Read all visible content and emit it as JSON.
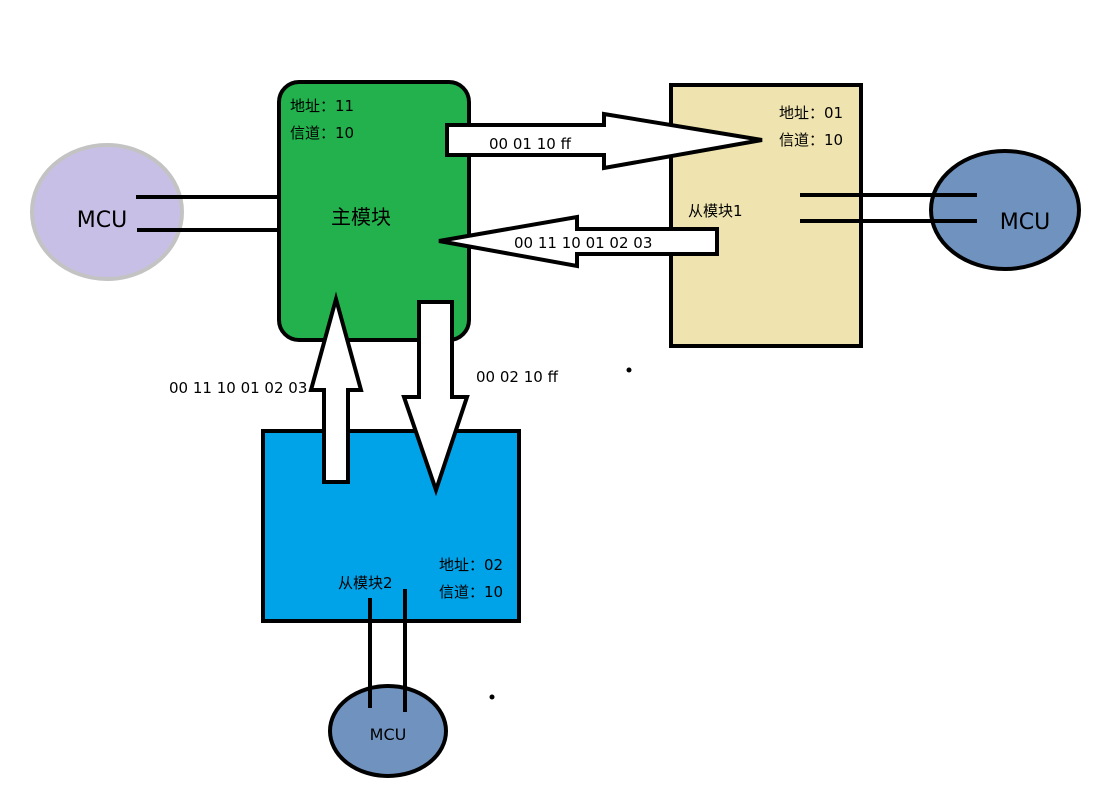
{
  "master": {
    "address_line": "地址：11",
    "channel_line": "信道：10",
    "label": "主模块"
  },
  "slave1": {
    "address_line": "地址：01",
    "channel_line": "信道：10",
    "label": "从模块1"
  },
  "slave2": {
    "address_line": "地址：02",
    "channel_line": "信道：10",
    "label": "从模块2"
  },
  "mcu_left": {
    "label": "MCU"
  },
  "mcu_right": {
    "label": "MCU"
  },
  "mcu_bottom": {
    "label": "MCU"
  },
  "packets": {
    "master_to_slave1": "00 01 10 ff",
    "slave1_to_master": "00 11 10 01 02 03",
    "slave2_to_master": "00 11 10 01 02 03",
    "master_to_slave2": "00 02 10 ff"
  },
  "colors": {
    "master_fill": "#22b14c",
    "slave1_fill": "#efe4b0",
    "slave2_fill": "#00a2e8",
    "mcu_left_fill": "#c8bfe7",
    "mcu_left_stroke": "#c3c3c3",
    "mcu_blue_fill": "#7092be"
  }
}
